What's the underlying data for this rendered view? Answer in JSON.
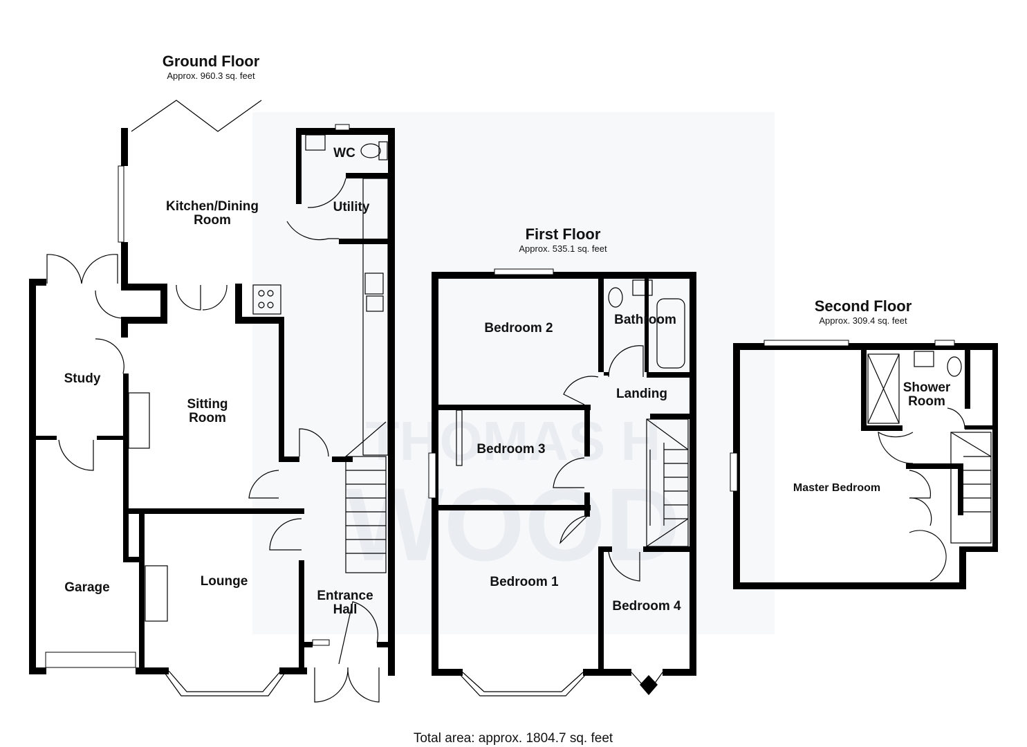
{
  "watermark": {
    "line1": "THOMAS H",
    "line2": "WOOD"
  },
  "floors": {
    "ground": {
      "title": "Ground Floor",
      "area": "Approx. 960.3 sq. feet"
    },
    "first": {
      "title": "First Floor",
      "area": "Approx. 535.1 sq. feet"
    },
    "second": {
      "title": "Second Floor",
      "area": "Approx. 309.4 sq. feet"
    }
  },
  "rooms": {
    "wc": "WC",
    "utility": "Utility",
    "kitchen_1": "Kitchen/Dining",
    "kitchen_2": "Room",
    "study": "Study",
    "sitting_1": "Sitting",
    "sitting_2": "Room",
    "garage": "Garage",
    "lounge": "Lounge",
    "entrance_1": "Entrance",
    "entrance_2": "Hall",
    "bedroom2": "Bedroom 2",
    "bathroom": "Bathroom",
    "landing": "Landing",
    "bedroom3": "Bedroom 3",
    "bedroom1": "Bedroom 1",
    "bedroom4": "Bedroom 4",
    "shower_1": "Shower",
    "shower_2": "Room",
    "master": "Master Bedroom"
  },
  "total_area": "Total area: approx. 1804.7 sq. feet",
  "colors": {
    "wall": "#000000",
    "watermark": "#e9edf2",
    "background": "#ffffff"
  }
}
